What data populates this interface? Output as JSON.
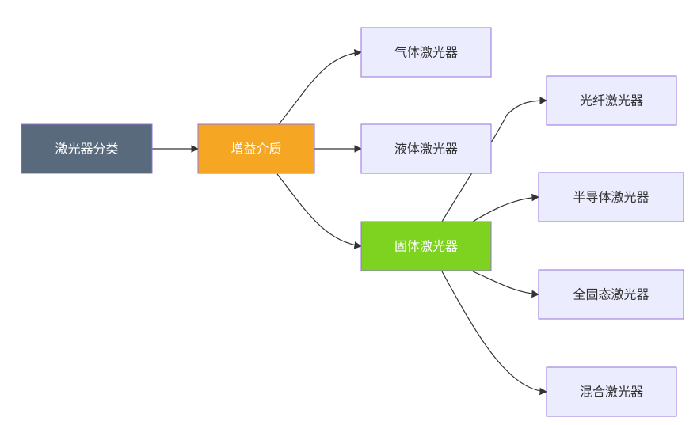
{
  "diagram": {
    "nodes": {
      "root": {
        "label": "激光器分类",
        "fill": "#586a7b",
        "text_color": "#ffffff"
      },
      "gain": {
        "label": "增益介质",
        "fill": "#f5a623",
        "text_color": "#ffffff"
      },
      "gas": {
        "label": "气体激光器",
        "fill": "#ececff",
        "text_color": "#333333"
      },
      "liquid": {
        "label": "液体激光器",
        "fill": "#ececff",
        "text_color": "#333333"
      },
      "solid": {
        "label": "固体激光器",
        "fill": "#7ed321",
        "text_color": "#ffffff"
      },
      "fiber": {
        "label": "光纤激光器",
        "fill": "#ececff",
        "text_color": "#333333"
      },
      "semiconductor": {
        "label": "半导体激光器",
        "fill": "#ececff",
        "text_color": "#333333"
      },
      "allsolid": {
        "label": "全固态激光器",
        "fill": "#ececff",
        "text_color": "#333333"
      },
      "hybrid": {
        "label": "混合激光器",
        "fill": "#ececff",
        "text_color": "#333333"
      }
    },
    "border_color": "#9370db",
    "edge_color": "#333333"
  }
}
